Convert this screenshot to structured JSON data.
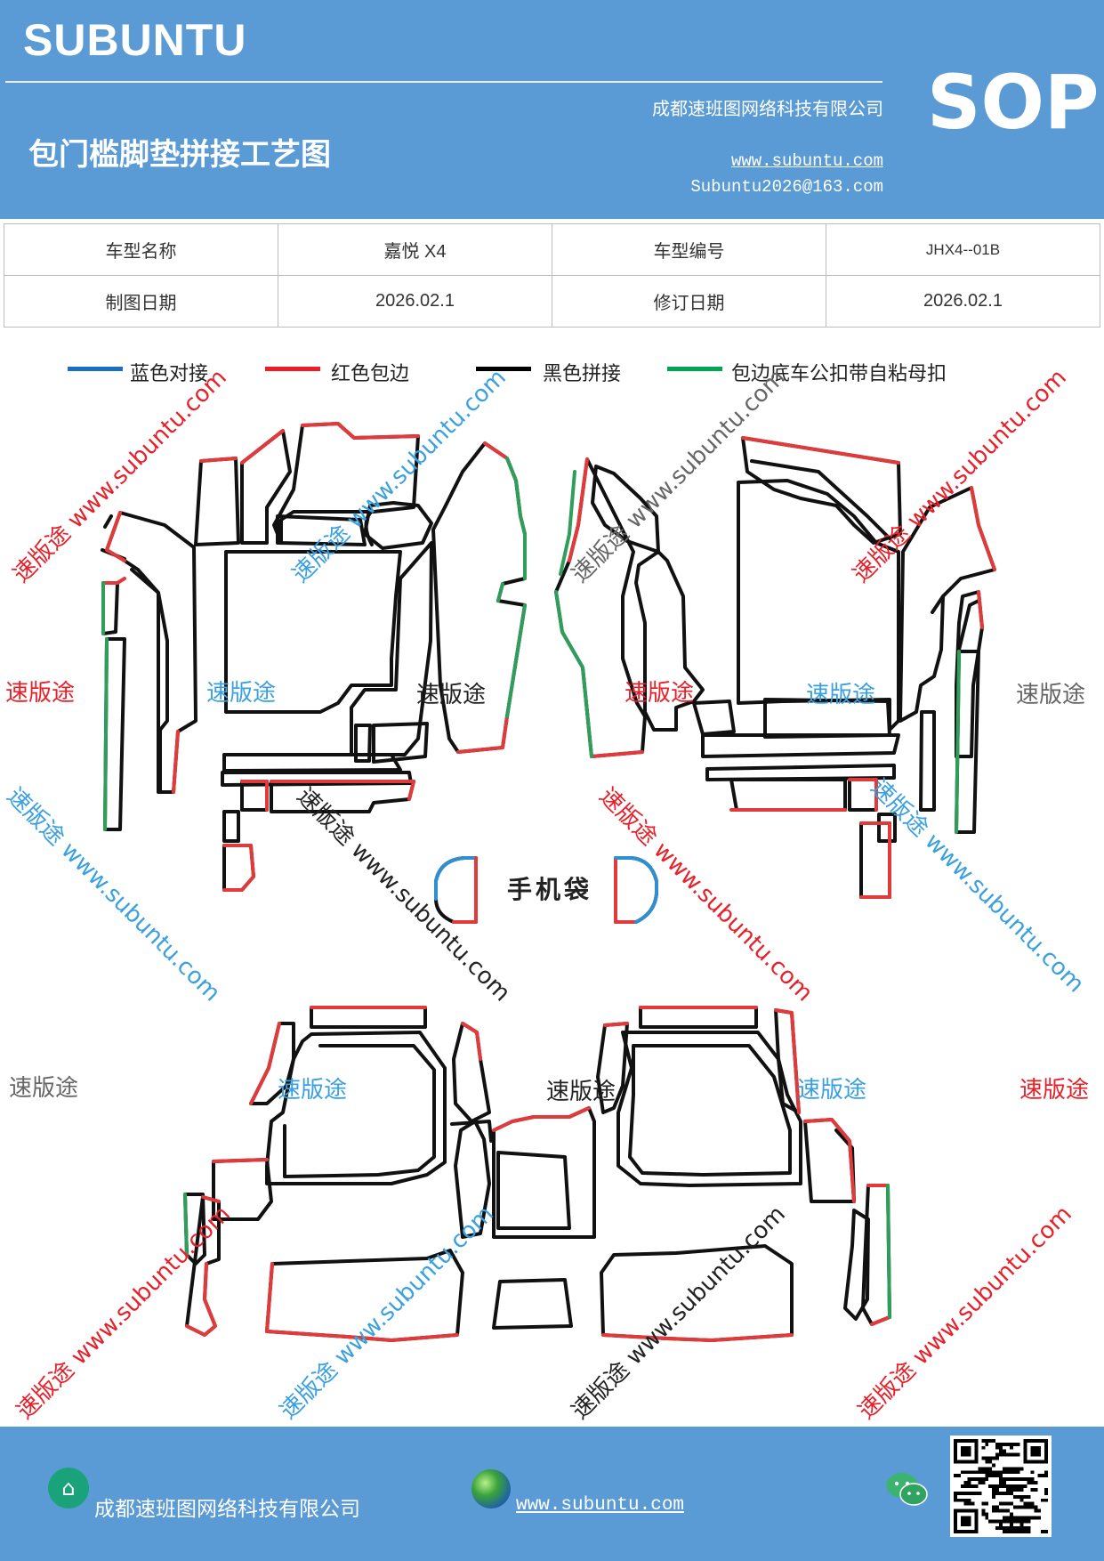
{
  "header": {
    "brand": "SUBUNTU",
    "company": "成都速班图网络科技有限公司",
    "title": "包门槛脚垫拼接工艺图",
    "website": "www.subuntu.com",
    "email": "Subuntu2026@163.com",
    "badge": "SOP"
  },
  "info_table": [
    [
      "车型名称",
      "嘉悦 X4",
      "车型编号",
      "JHX4--01B"
    ],
    [
      "制图日期",
      "2026.02.1",
      "修订日期",
      "2026.02.1"
    ]
  ],
  "legend": [
    {
      "label": "蓝色对接",
      "color": "#1a6fc0"
    },
    {
      "label": "红色包边",
      "color": "#ee1c25"
    },
    {
      "label": "黑色拼接",
      "color": "#000000"
    },
    {
      "label": "包边底车公扣带自粘母扣",
      "color": "#00a650"
    }
  ],
  "colors": {
    "header": "#5b9bd5",
    "red": "#e03a3a",
    "green": "#2e9e5a",
    "blue": "#2f8fd0",
    "black": "#111111"
  },
  "pocket_label": "手机袋",
  "watermark": {
    "brand": "速版途",
    "url": "www.subuntu.com",
    "diag": "速版途 www.subuntu.com"
  },
  "footer": {
    "company": "成都速班图网络科技有限公司",
    "website": "www.subuntu.com "
  },
  "icons": [
    "house-icon",
    "globe-icon",
    "wechat-icon",
    "qr-code"
  ]
}
